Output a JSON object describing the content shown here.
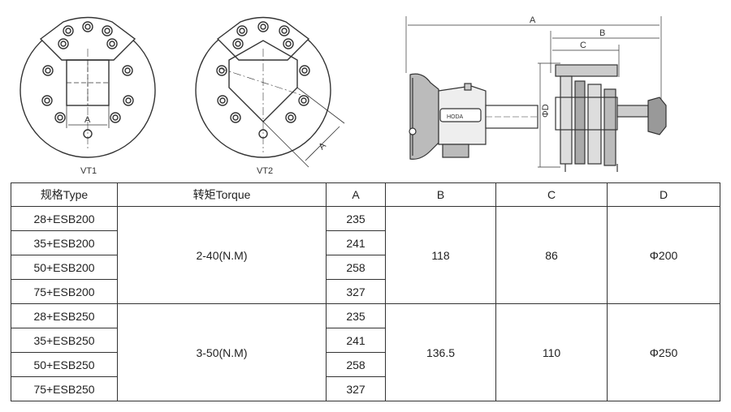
{
  "drawing": {
    "vt1_label": "VT1",
    "vt2_label": "VT2",
    "vt1_dim_a": "A",
    "vt2_dim_a": "A",
    "side_dim_a": "A",
    "side_dim_b": "B",
    "side_dim_c": "C",
    "side_dim_d": "ΦD",
    "brand": "HODA"
  },
  "table": {
    "headers": [
      "规格Type",
      "转矩Torque",
      "A",
      "B",
      "C",
      "D"
    ],
    "groups": [
      {
        "torque": "2-40(N.M)",
        "b": "118",
        "c": "86",
        "d": "Φ200",
        "rows": [
          {
            "type": "28+ESB200",
            "a": "235"
          },
          {
            "type": "35+ESB200",
            "a": "241"
          },
          {
            "type": "50+ESB200",
            "a": "258"
          },
          {
            "type": "75+ESB200",
            "a": "327"
          }
        ]
      },
      {
        "torque": "3-50(N.M)",
        "b": "136.5",
        "c": "110",
        "d": "Φ250",
        "rows": [
          {
            "type": "28+ESB250",
            "a": "235"
          },
          {
            "type": "35+ESB250",
            "a": "241"
          },
          {
            "type": "50+ESB250",
            "a": "258"
          },
          {
            "type": "75+ESB250",
            "a": "327"
          }
        ]
      }
    ]
  }
}
